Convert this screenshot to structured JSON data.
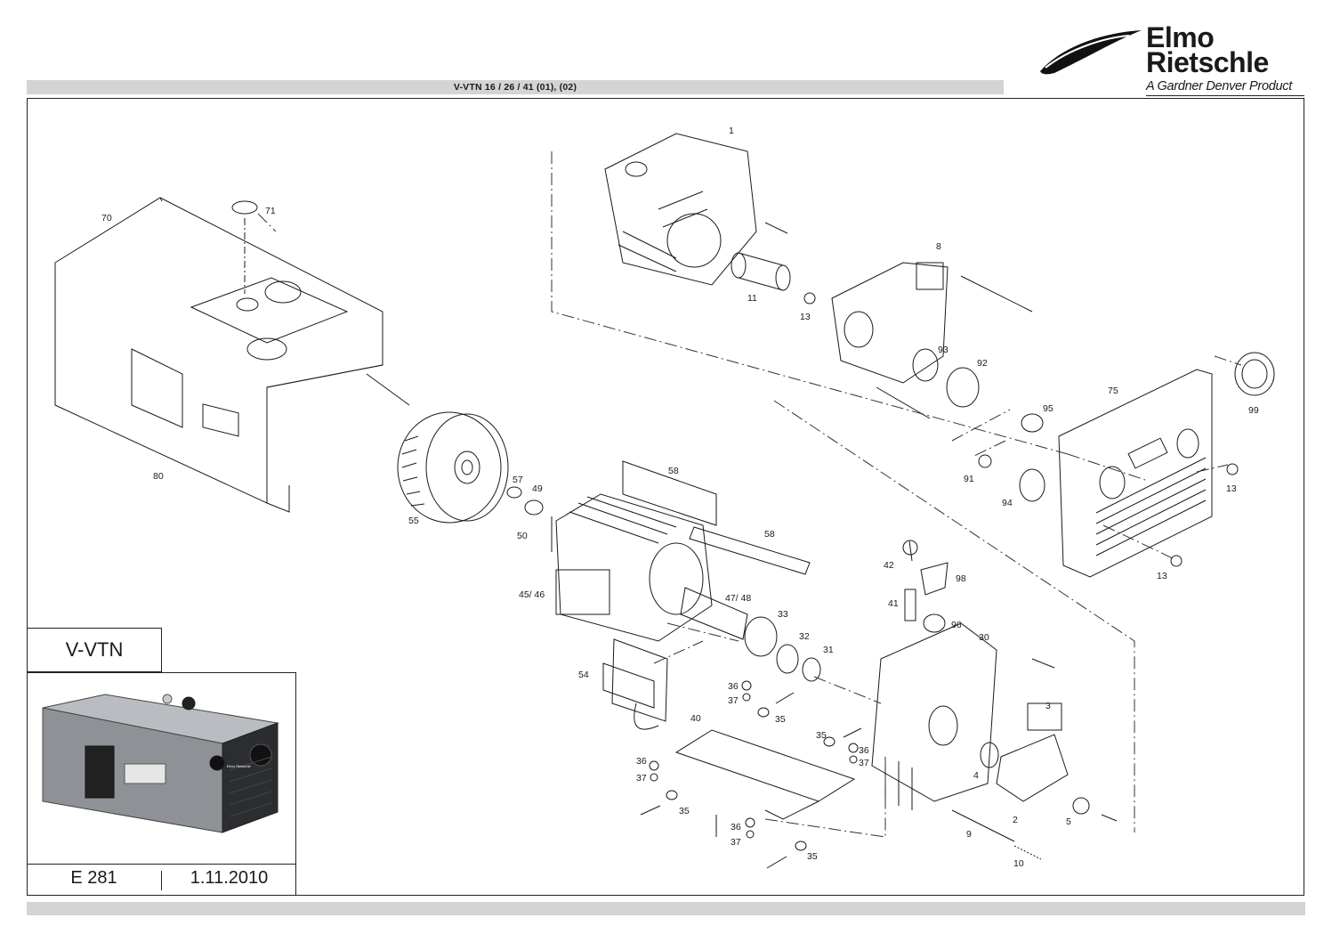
{
  "header": {
    "title": "V-VTN 16  /  26  /  41 (01), (02)"
  },
  "logo": {
    "line1": "Elmo",
    "line2": "Rietschle",
    "tagline": "A Gardner Denver Product"
  },
  "model": {
    "name": "V-VTN"
  },
  "footer": {
    "doc_number": "E 281",
    "date": "1.11.2010"
  },
  "product_photo": {
    "badge_text": "Elmo Rietschle"
  },
  "parts": [
    "1",
    "8",
    "11",
    "13",
    "93",
    "92",
    "95",
    "75",
    "99",
    "91",
    "94",
    "13",
    "13",
    "70",
    "71",
    "80",
    "55",
    "57",
    "49",
    "58",
    "58",
    "50",
    "45/ 46",
    "47/ 48",
    "33",
    "32",
    "31",
    "54",
    "42",
    "98",
    "41",
    "96",
    "30",
    "36",
    "37",
    "35",
    "40",
    "35",
    "36",
    "37",
    "3",
    "4",
    "2",
    "5",
    "36",
    "37",
    "35",
    "36",
    "37",
    "35",
    "9",
    "10"
  ],
  "colors": {
    "line": "#1a1a1a",
    "band": "#d4d4d4",
    "photo_body": "#8e9196",
    "photo_dark": "#2b2d30"
  }
}
